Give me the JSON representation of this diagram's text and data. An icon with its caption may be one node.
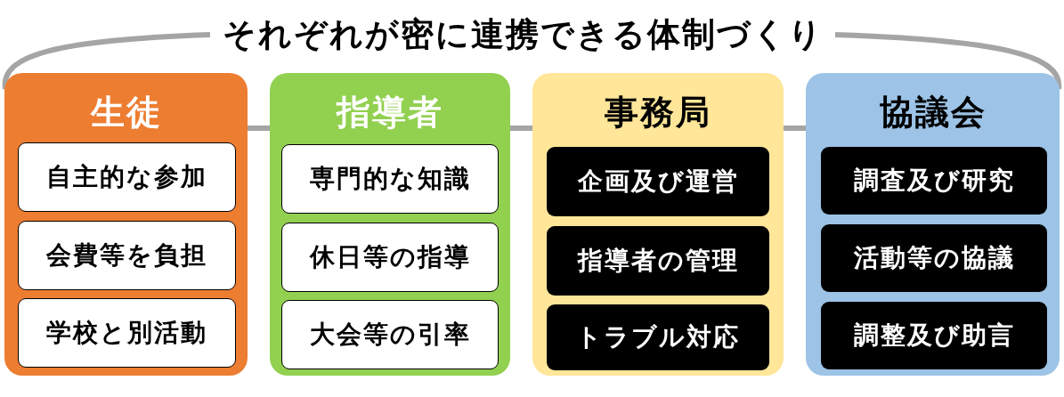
{
  "diagram": {
    "nodes": [
      {
        "text": [
          "それぞれが密に連携できる体制づくり"
        ]
      },
      {
        "text": [
          "生徒"
        ]
      },
      {
        "text": [
          "自主的な参加"
        ],
        "in": 1
      },
      {
        "text": [
          "会費等を負担"
        ],
        "in": 1
      },
      {
        "text": [
          "学校と別活動"
        ],
        "in": 1
      },
      {
        "text": [
          "指導者"
        ]
      },
      {
        "text": [
          "専門的な知識"
        ],
        "in": 5
      },
      {
        "text": [
          "休日等の指導"
        ],
        "in": 5
      },
      {
        "text": [
          "大会等の引率"
        ],
        "in": 5
      },
      {
        "text": [
          "事務局"
        ]
      },
      {
        "text": [
          "企画及び運営"
        ],
        "in": 9
      },
      {
        "text": [
          "指導者の管理"
        ],
        "in": 9
      },
      {
        "text": [
          "トラブル対応"
        ],
        "in": 9
      },
      {
        "text": [
          "協議会"
        ]
      },
      {
        "text": [
          "調査及び研究"
        ],
        "in": 13
      },
      {
        "text": [
          "活動等の協議"
        ],
        "in": 13
      },
      {
        "text": [
          "調整及び助言"
        ],
        "in": 13
      }
    ],
    "edges": [
      {
        "from": 0,
        "to": 1,
        "arrow": "none"
      },
      {
        "from": 0,
        "to": 13,
        "arrow": "none"
      },
      {
        "from": 1,
        "to": 5,
        "arrow": "none"
      },
      {
        "from": 5,
        "to": 9,
        "arrow": "none"
      },
      {
        "from": 9,
        "to": 13,
        "arrow": "none"
      }
    ]
  }
}
